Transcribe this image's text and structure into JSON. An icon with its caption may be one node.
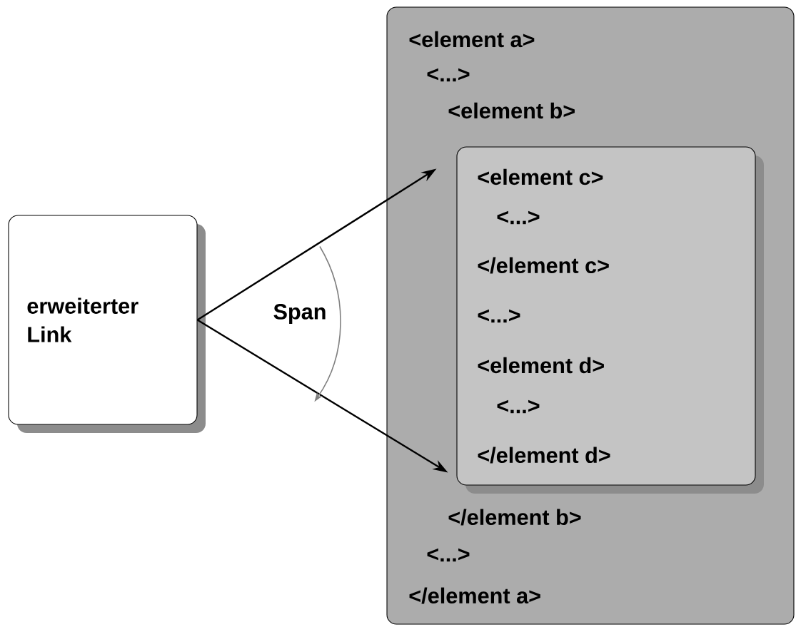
{
  "diagram": {
    "nodes": [
      {
        "text": [
          "erweiterter Link"
        ]
      },
      {
        "text": [
          "<element a>",
          "<...>",
          "<element b>",
          "</element b>",
          "<...>",
          "</element a>"
        ]
      },
      {
        "text": [
          "<element c>",
          "<...>",
          "</element c>",
          "<...>",
          "<element d>",
          "<...>",
          "</element d>"
        ],
        "in": 1
      }
    ],
    "edges": [
      {
        "from": 0,
        "to": 2,
        "arrow": "to"
      },
      {
        "from": 0,
        "to": 2,
        "arrow": "to"
      }
    ],
    "labels": [
      "Span"
    ]
  }
}
